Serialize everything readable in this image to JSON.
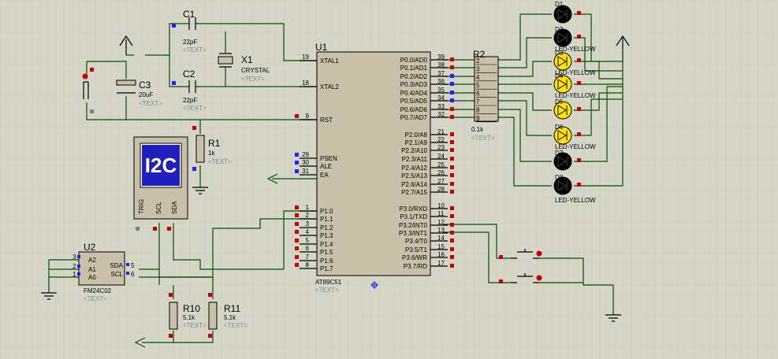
{
  "components": {
    "u1": {
      "ref": "U1",
      "part": "AT89C51",
      "text": "<TEXT>",
      "left_pins": [
        {
          "num": "19",
          "name": "XTAL1"
        },
        {
          "num": "18",
          "name": "XTAL2"
        },
        {
          "num": "9",
          "name": "RST"
        },
        {
          "num": "29",
          "name": "PSEN"
        },
        {
          "num": "30",
          "name": "ALE"
        },
        {
          "num": "31",
          "name": "EA"
        },
        {
          "num": "1",
          "name": "P1.0"
        },
        {
          "num": "2",
          "name": "P1.1"
        },
        {
          "num": "3",
          "name": "P1.2"
        },
        {
          "num": "4",
          "name": "P1.3"
        },
        {
          "num": "5",
          "name": "P1.4"
        },
        {
          "num": "6",
          "name": "P1.5"
        },
        {
          "num": "7",
          "name": "P1.6"
        },
        {
          "num": "8",
          "name": "P1.7"
        }
      ],
      "right_pins": [
        {
          "num": "39",
          "name": "P0.0/AD0"
        },
        {
          "num": "38",
          "name": "P0.1/AD1"
        },
        {
          "num": "37",
          "name": "P0.2/AD2"
        },
        {
          "num": "36",
          "name": "P0.3/AD3"
        },
        {
          "num": "35",
          "name": "P0.4/AD4"
        },
        {
          "num": "34",
          "name": "P0.5/AD5"
        },
        {
          "num": "33",
          "name": "P0.6/AD6"
        },
        {
          "num": "32",
          "name": "P0.7/AD7"
        },
        {
          "num": "21",
          "name": "P2.0/A8"
        },
        {
          "num": "22",
          "name": "P2.1/A9"
        },
        {
          "num": "23",
          "name": "P2.2/A10"
        },
        {
          "num": "24",
          "name": "P2.3/A11"
        },
        {
          "num": "25",
          "name": "P2.4/A12"
        },
        {
          "num": "26",
          "name": "P2.5/A13"
        },
        {
          "num": "27",
          "name": "P2.6/A14"
        },
        {
          "num": "28",
          "name": "P2.7/A15"
        },
        {
          "num": "10",
          "name": "P3.0/RXD"
        },
        {
          "num": "11",
          "name": "P3.1/TXD"
        },
        {
          "num": "12",
          "name": "P3.2/INT0"
        },
        {
          "num": "13",
          "name": "P3.3/INT1"
        },
        {
          "num": "14",
          "name": "P3.4/T0"
        },
        {
          "num": "15",
          "name": "P3.5/T1"
        },
        {
          "num": "16",
          "name": "P3.6/WR"
        },
        {
          "num": "17",
          "name": "P3.7/RD"
        }
      ]
    },
    "c1": {
      "ref": "C1",
      "value": "22pF",
      "text": "<TEXT>"
    },
    "c2": {
      "ref": "C2",
      "value": "22pF",
      "text": "<TEXT>"
    },
    "c3": {
      "ref": "C3",
      "value": "20uF",
      "text": "<TEXT>"
    },
    "x1": {
      "ref": "X1",
      "value": "CRYSTAL",
      "text": "<TEXT>"
    },
    "r1": {
      "ref": "R1",
      "value": "1k",
      "text": "<TEXT>"
    },
    "r2": {
      "ref": "R2",
      "value": "0.1k",
      "text": "<TEXT>",
      "pins": [
        "2",
        "3",
        "4",
        "5",
        "6",
        "7",
        "8",
        "9"
      ]
    },
    "r10": {
      "ref": "R10",
      "value": "5.1k",
      "text": "<TEXT>"
    },
    "r11": {
      "ref": "R11",
      "value": "5.1k",
      "text": "<TEXT>"
    },
    "u2": {
      "ref": "U2",
      "part": "FM24C02",
      "text": "<TEXT>",
      "left_pins": [
        {
          "num": "3",
          "name": "A2"
        },
        {
          "num": "2",
          "name": "A1"
        },
        {
          "num": "1",
          "name": "A0"
        }
      ],
      "right_pins": [
        {
          "num": "5",
          "name": "SDA"
        },
        {
          "num": "6",
          "name": "SCL"
        }
      ]
    },
    "i2c": {
      "label": "I2C",
      "pins": [
        "TRIG",
        "SCL",
        "SDA"
      ]
    },
    "leds": {
      "part_label": "LED-YELLOW",
      "refs": [
        "D1",
        "D2",
        "D3",
        "D4",
        "D5",
        "D6",
        "D7",
        "D8"
      ],
      "lit": [
        false,
        false,
        true,
        true,
        true,
        true,
        false,
        false
      ]
    }
  },
  "colors": {
    "background": "#d6d6c8",
    "wire": "#005000",
    "body": "#c8c0a8",
    "led_on": "#ffe400",
    "led_off": "#000000",
    "pin_red": "#cc0000",
    "pin_blue": "#2020ff"
  }
}
